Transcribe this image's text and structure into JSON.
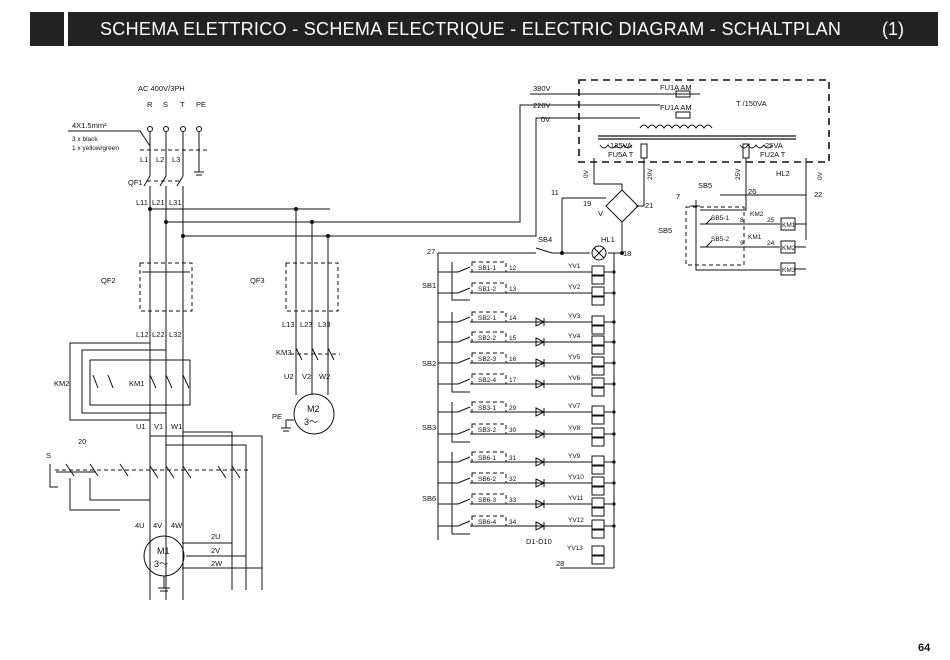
{
  "header": {
    "title": "SCHEMA ELETTRICO - SCHEMA ELECTRIQUE - ELECTRIC DIAGRAM - SCHALTPLAN",
    "number": "(1)"
  },
  "page_number": "64",
  "supply": {
    "label": "AC  400V/3PH",
    "phases": [
      "R",
      "S",
      "T",
      "PE"
    ],
    "cable": "4X1.5mm²",
    "cable_note1": "3 x black",
    "cable_note2": "1 x yellow/green",
    "lines": [
      "L1",
      "L2",
      "L3"
    ],
    "breaker": "QF1",
    "lines_out": [
      "L11",
      "L21",
      "L31"
    ]
  },
  "left": {
    "qf2": "QF2",
    "lines2": [
      "L12",
      "L22",
      "L32"
    ],
    "km2": "KM2",
    "km1": "KM1",
    "uvw": [
      "U1",
      "V1",
      "W1"
    ],
    "s": "S",
    "n20": "20",
    "m1_terms": [
      "4U",
      "4V",
      "4W"
    ],
    "m1_terms2": [
      "2U",
      "2V",
      "2W"
    ],
    "m1": "M1",
    "m1_type": "3～"
  },
  "mid": {
    "qf3": "QF3",
    "lines3": [
      "L13",
      "L23",
      "L33"
    ],
    "km3": "KM3",
    "uvw2": [
      "U2",
      "V2",
      "W2"
    ],
    "pe": "PE",
    "m2": "M2",
    "m2_type": "3～"
  },
  "transformer": {
    "v380": "380V",
    "v220": "220V",
    "v0": "0V",
    "fu1a_top": "FU1A  AM",
    "fu1a_mid": "FU1A  AM",
    "t_rating": "T /150VA",
    "va125": "125VA",
    "fu5a": "FU5A  T",
    "va25": "25VA",
    "fu2a": "FU2A  T",
    "hl2": "HL2",
    "sec_labels": [
      "0V",
      "29V",
      "25V",
      "0V"
    ],
    "n11": "11",
    "n19": "19",
    "n21": "21",
    "v_label": "V",
    "n18": "18",
    "n27": "27",
    "n22": "22",
    "n26": "26",
    "n7": "7"
  },
  "control": {
    "sb4": "SB4",
    "hl1": "HL1",
    "sb5": "SB5",
    "sb5_top": "SB5",
    "sb5_1": "SB5-1",
    "sb5_2": "SB5-2",
    "n8": "8",
    "n9": "9",
    "n25": "25",
    "n24": "24",
    "km2": "KM2",
    "km1": "KM1",
    "coil_km1": "KM1",
    "coil_km2": "KM2",
    "coil_km3": "KM3",
    "groups": [
      "SB1",
      "SB2",
      "SB3",
      "SB6"
    ],
    "switches": [
      {
        "sw": "SB1-1",
        "wire": "12",
        "valve": "YV1",
        "diode": false
      },
      {
        "sw": "SB1-2",
        "wire": "13",
        "valve": "YV2",
        "diode": false
      },
      {
        "sw": "SB2-1",
        "wire": "14",
        "valve": "YV3",
        "diode": true
      },
      {
        "sw": "SB2-2",
        "wire": "15",
        "valve": "YV4",
        "diode": true
      },
      {
        "sw": "SB2-3",
        "wire": "16",
        "valve": "YV5",
        "diode": true
      },
      {
        "sw": "SB2-4",
        "wire": "17",
        "valve": "YV6",
        "diode": true
      },
      {
        "sw": "SB3-1",
        "wire": "29",
        "valve": "YV7",
        "diode": true
      },
      {
        "sw": "SB3-2",
        "wire": "30",
        "valve": "YV8",
        "diode": true
      },
      {
        "sw": "SB6-1",
        "wire": "31",
        "valve": "YV9",
        "diode": true
      },
      {
        "sw": "SB6-2",
        "wire": "32",
        "valve": "YV10",
        "diode": true
      },
      {
        "sw": "SB6-3",
        "wire": "33",
        "valve": "YV11",
        "diode": true
      },
      {
        "sw": "SB6-4",
        "wire": "34",
        "valve": "YV12",
        "diode": true
      }
    ],
    "yv13": "YV13",
    "diodes": "D1-D10",
    "n28": "28"
  }
}
